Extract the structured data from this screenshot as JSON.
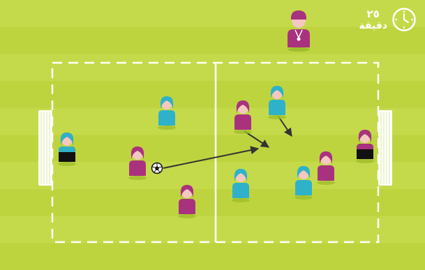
{
  "timer": {
    "duration_value": "٢٥",
    "duration_unit": "دقيقة",
    "icon": "clock-icon"
  },
  "colors": {
    "pitch_light": "#c5da4a",
    "pitch_dark": "#bdd43f",
    "line": "#ffffff",
    "team_purple": "#a9327e",
    "team_teal": "#2fb2c9",
    "goalkeeper_shirt": "#111111",
    "skin": "#f4c7c0",
    "arrow": "#333333",
    "ball": "#ffffff"
  },
  "figures": {
    "coach": {
      "role": "coach",
      "team": "purple",
      "icon": "whistle-icon"
    },
    "players": [
      {
        "name": "left-goalkeeper",
        "team": "teal",
        "role": "goalkeeper"
      },
      {
        "name": "right-goalkeeper",
        "team": "purple",
        "role": "goalkeeper"
      },
      {
        "name": "player-teal-1",
        "team": "teal"
      },
      {
        "name": "player-teal-2",
        "team": "teal"
      },
      {
        "name": "player-teal-3",
        "team": "teal"
      },
      {
        "name": "player-teal-4",
        "team": "teal"
      },
      {
        "name": "player-purple-1",
        "team": "purple"
      },
      {
        "name": "player-purple-2",
        "team": "purple"
      },
      {
        "name": "player-purple-3",
        "team": "purple"
      },
      {
        "name": "player-purple-4",
        "team": "purple"
      }
    ]
  },
  "arrows": [
    {
      "name": "pass-arrow",
      "from": "player-purple-1",
      "type": "pass"
    },
    {
      "name": "run-arrow-1",
      "from": "player-purple-3",
      "type": "run"
    },
    {
      "name": "run-arrow-2",
      "from": "player-teal-2",
      "type": "run"
    }
  ],
  "ball": {
    "icon": "soccer-ball-icon",
    "holder": "player-purple-1"
  }
}
